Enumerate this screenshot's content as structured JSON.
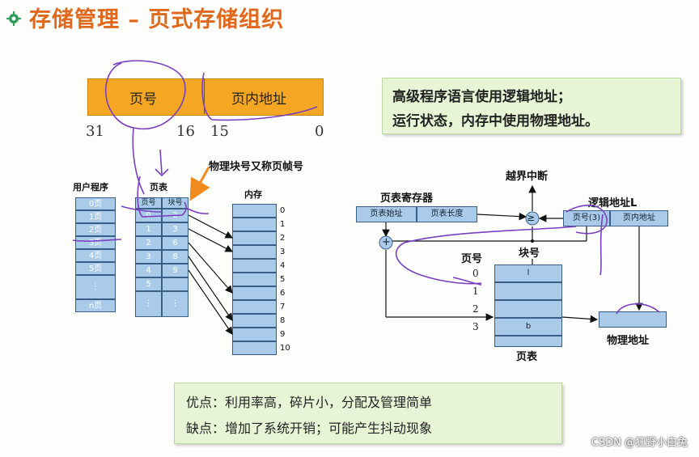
{
  "title": "存储管理 – 页式存储组织",
  "logical_address_format": {
    "page_number_label": "页号",
    "offset_label": "页内地址",
    "bit_high": "31",
    "bit_mid_high": "16",
    "bit_mid_low": "15",
    "bit_low": "0"
  },
  "note": {
    "line1": "高级程序语言使用逻辑地址；",
    "line2": "运行状态，内存中使用物理地址。"
  },
  "frame_note": "物理块号又称页帧号",
  "user_program": {
    "title": "用户程序",
    "pages": [
      "0页",
      "1页",
      "2页",
      "3页",
      "4页",
      "5页",
      "⋮",
      "n页"
    ]
  },
  "page_table": {
    "title": "页表",
    "col_page": "页号",
    "col_block": "块号",
    "rows": [
      {
        "page": "0",
        "block": "2"
      },
      {
        "page": "1",
        "block": "3"
      },
      {
        "page": "2",
        "block": "6"
      },
      {
        "page": "3",
        "block": "8"
      },
      {
        "page": "4",
        "block": "9"
      },
      {
        "page": "5",
        "block": ""
      },
      {
        "page": "⋮",
        "block": "⋮"
      }
    ]
  },
  "memory": {
    "title": "内存",
    "blocks": [
      "0",
      "1",
      "2",
      "3",
      "4",
      "5",
      "6",
      "7",
      "8",
      "9",
      "10"
    ]
  },
  "translation": {
    "register_title": "页表寄存器",
    "register_start": "页表始址",
    "register_length": "页表长度",
    "interrupt_label": "越界中断",
    "logical_address_label": "逻辑地址L",
    "la_page": "页号(3)",
    "la_offset": "页内地址",
    "page_no_label": "页号",
    "block_no_label": "块号",
    "table_rows": [
      "0",
      "1",
      "2",
      "3"
    ],
    "table_cells": [
      "l",
      "",
      "",
      "b"
    ],
    "table_title": "页表",
    "physical_address": "物理地址",
    "compare_symbol": "≥",
    "add_symbol": "+"
  },
  "summary": {
    "pros": "优点：利用率高，碎片小，分配及管理简单",
    "cons": "缺点：增加了系统开销；可能产生抖动现象"
  },
  "watermark": "CSDN @狂野小白兔",
  "colors": {
    "title": "#e0681c",
    "address_bar": "#f5a623",
    "cell_blue": "#a9cbe9",
    "note_green": "#e7f5d6",
    "annotation_arrow": "#f08a1c",
    "pen_purple": "#7a3fc0"
  }
}
